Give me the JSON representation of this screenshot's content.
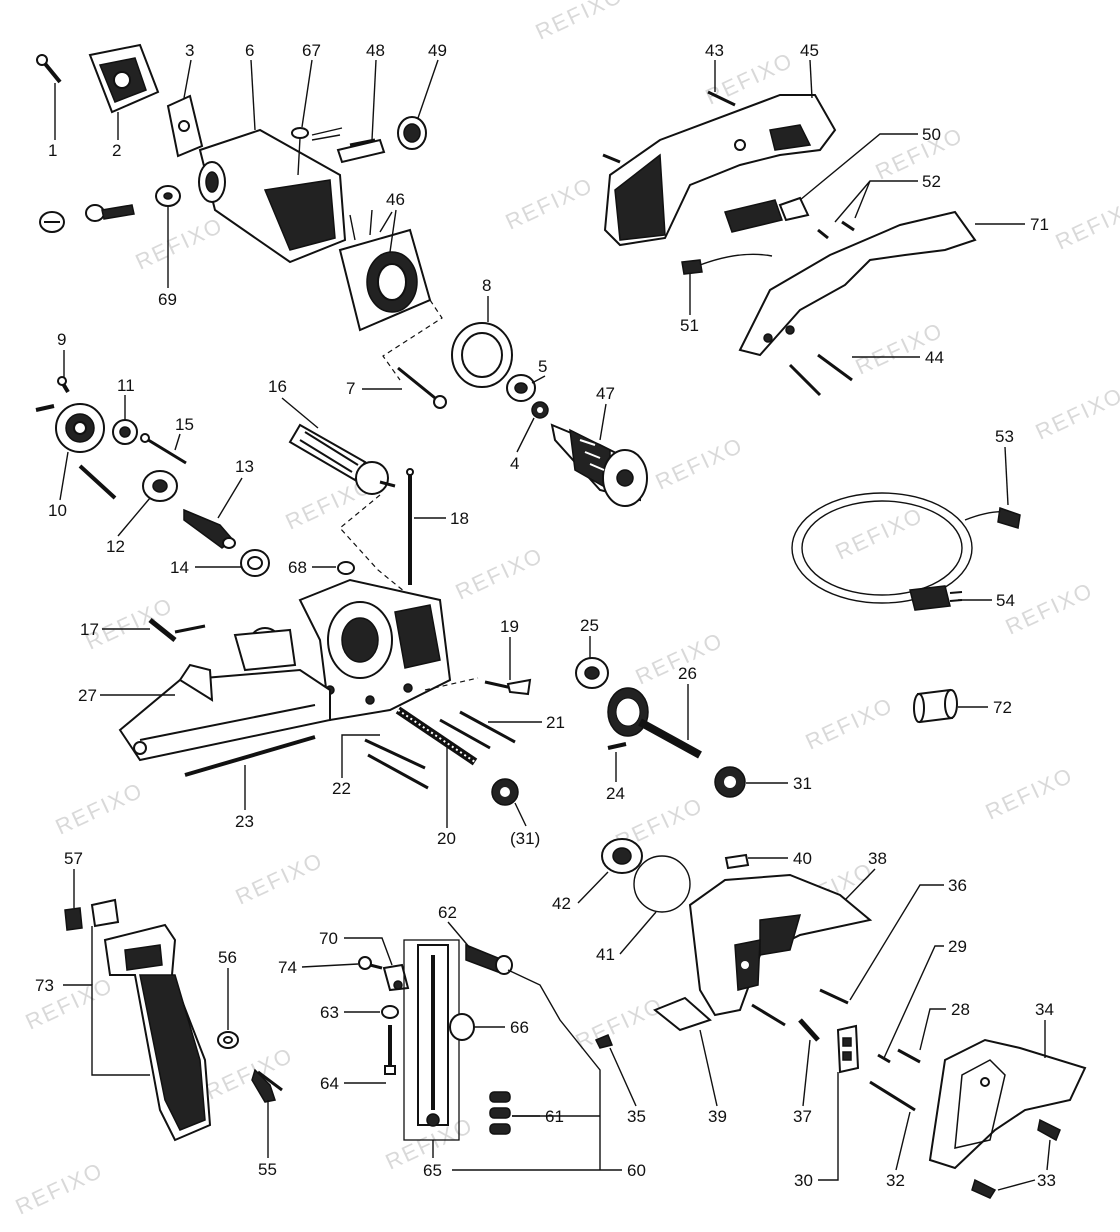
{
  "watermark": "REFIXO",
  "labels": {
    "p1": "1",
    "p2": "2",
    "p3": "3",
    "p4": "4",
    "p5": "5",
    "p6": "6",
    "p7": "7",
    "p8": "8",
    "p9": "9",
    "p10": "10",
    "p11": "11",
    "p12": "12",
    "p13": "13",
    "p14": "14",
    "p15": "15",
    "p16": "16",
    "p17": "17",
    "p18": "18",
    "p19": "19",
    "p20": "20",
    "p21": "21",
    "p22": "22",
    "p23": "23",
    "p24": "24",
    "p25": "25",
    "p26": "26",
    "p27": "27",
    "p28": "28",
    "p29": "29",
    "p30": "30",
    "p31": "31",
    "p31b": "(31)",
    "p32": "32",
    "p33": "33",
    "p34": "34",
    "p35": "35",
    "p36": "36",
    "p37": "37",
    "p38": "38",
    "p39": "39",
    "p40": "40",
    "p41": "41",
    "p42": "42",
    "p43": "43",
    "p44": "44",
    "p45": "45",
    "p46": "46",
    "p47": "47",
    "p48": "48",
    "p49": "49",
    "p50": "50",
    "p51": "51",
    "p52": "52",
    "p53": "53",
    "p54": "54",
    "p55": "55",
    "p56": "56",
    "p57": "57",
    "p60": "60",
    "p61": "61",
    "p62": "62",
    "p63": "63",
    "p64": "64",
    "p65": "65",
    "p66": "66",
    "p67": "67",
    "p68": "68",
    "p69": "69",
    "p70": "70",
    "p71": "71",
    "p72": "72",
    "p73": "73",
    "p74": "74"
  }
}
